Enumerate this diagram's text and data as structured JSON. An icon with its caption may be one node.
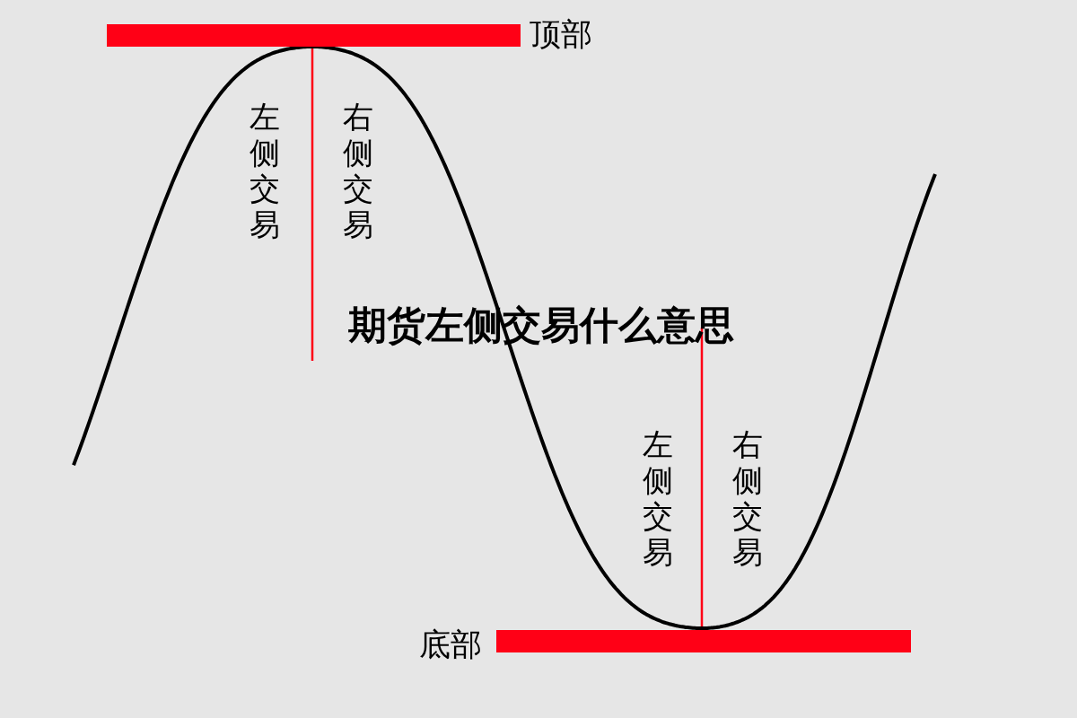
{
  "diagram": {
    "title": "期货左侧交易什么意思",
    "nodes": [
      {
        "text": [
          "顶部"
        ]
      },
      {
        "text": [
          "底部"
        ]
      }
    ],
    "labels": [
      "左侧交易",
      "右侧交易",
      "左侧交易",
      "右侧交易"
    ]
  }
}
